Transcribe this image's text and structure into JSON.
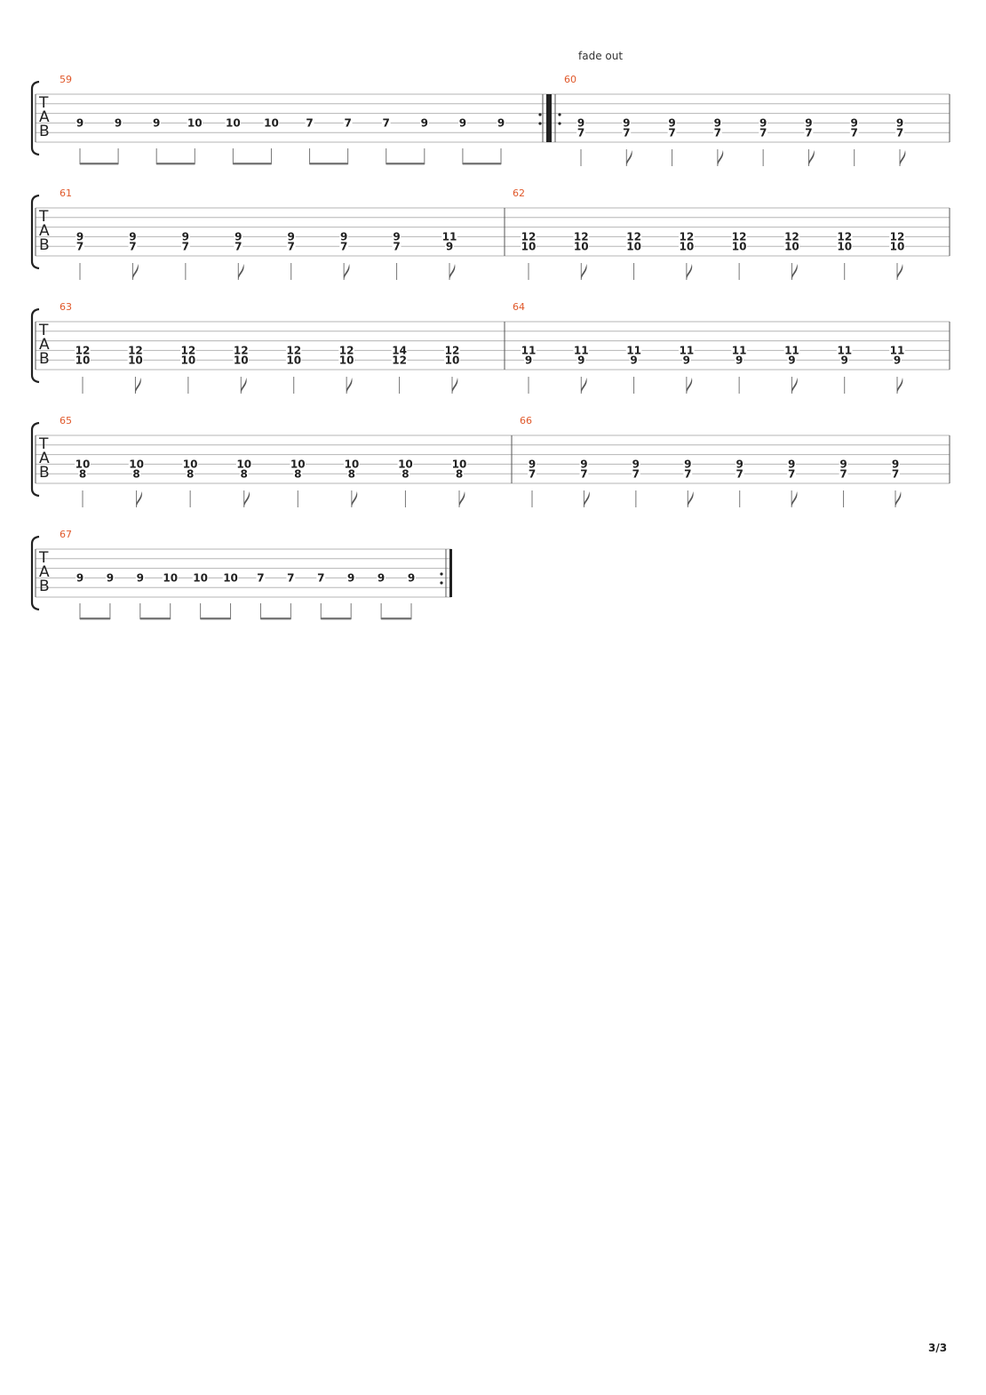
{
  "annotation": "fade out",
  "page_number": "3/3",
  "tab_clef": [
    "T",
    "A",
    "B"
  ],
  "systems": [
    {
      "measures": [
        {
          "number": "59",
          "repeat_end": true,
          "beamed": true,
          "notes": [
            [
              "9"
            ],
            [
              "9"
            ],
            [
              "9"
            ],
            [
              "10"
            ],
            [
              "10"
            ],
            [
              "10"
            ],
            [
              "7"
            ],
            [
              "7"
            ],
            [
              "7"
            ],
            [
              "9"
            ],
            [
              "9"
            ],
            [
              "9"
            ]
          ]
        },
        {
          "number": "60",
          "repeat_start": true,
          "notes": [
            [
              "9",
              "7"
            ],
            [
              "9",
              "7"
            ],
            [
              "9",
              "7"
            ],
            [
              "9",
              "7"
            ],
            [
              "9",
              "7"
            ],
            [
              "9",
              "7"
            ],
            [
              "9",
              "7"
            ],
            [
              "9",
              "7"
            ]
          ]
        }
      ]
    },
    {
      "measures": [
        {
          "number": "61",
          "notes": [
            [
              "9",
              "7"
            ],
            [
              "9",
              "7"
            ],
            [
              "9",
              "7"
            ],
            [
              "9",
              "7"
            ],
            [
              "9",
              "7"
            ],
            [
              "9",
              "7"
            ],
            [
              "9",
              "7"
            ],
            [
              "11",
              "9"
            ]
          ]
        },
        {
          "number": "62",
          "notes": [
            [
              "12",
              "10"
            ],
            [
              "12",
              "10"
            ],
            [
              "12",
              "10"
            ],
            [
              "12",
              "10"
            ],
            [
              "12",
              "10"
            ],
            [
              "12",
              "10"
            ],
            [
              "12",
              "10"
            ],
            [
              "12",
              "10"
            ]
          ]
        }
      ]
    },
    {
      "measures": [
        {
          "number": "63",
          "notes": [
            [
              "12",
              "10"
            ],
            [
              "12",
              "10"
            ],
            [
              "12",
              "10"
            ],
            [
              "12",
              "10"
            ],
            [
              "12",
              "10"
            ],
            [
              "12",
              "10"
            ],
            [
              "14",
              "12"
            ],
            [
              "12",
              "10"
            ]
          ]
        },
        {
          "number": "64",
          "notes": [
            [
              "11",
              "9"
            ],
            [
              "11",
              "9"
            ],
            [
              "11",
              "9"
            ],
            [
              "11",
              "9"
            ],
            [
              "11",
              "9"
            ],
            [
              "11",
              "9"
            ],
            [
              "11",
              "9"
            ],
            [
              "11",
              "9"
            ]
          ]
        }
      ]
    },
    {
      "measures": [
        {
          "number": "65",
          "notes": [
            [
              "10",
              "8"
            ],
            [
              "10",
              "8"
            ],
            [
              "10",
              "8"
            ],
            [
              "10",
              "8"
            ],
            [
              "10",
              "8"
            ],
            [
              "10",
              "8"
            ],
            [
              "10",
              "8"
            ],
            [
              "10",
              "8"
            ]
          ]
        },
        {
          "number": "66",
          "notes": [
            [
              "9",
              "7"
            ],
            [
              "9",
              "7"
            ],
            [
              "9",
              "7"
            ],
            [
              "9",
              "7"
            ],
            [
              "9",
              "7"
            ],
            [
              "9",
              "7"
            ],
            [
              "9",
              "7"
            ],
            [
              "9",
              "7"
            ]
          ]
        }
      ]
    },
    {
      "measures": [
        {
          "number": "67",
          "repeat_end": true,
          "final": true,
          "beamed": true,
          "notes": [
            [
              "9"
            ],
            [
              "9"
            ],
            [
              "9"
            ],
            [
              "10"
            ],
            [
              "10"
            ],
            [
              "10"
            ],
            [
              "7"
            ],
            [
              "7"
            ],
            [
              "7"
            ],
            [
              "9"
            ],
            [
              "9"
            ],
            [
              "9"
            ]
          ]
        }
      ]
    }
  ]
}
